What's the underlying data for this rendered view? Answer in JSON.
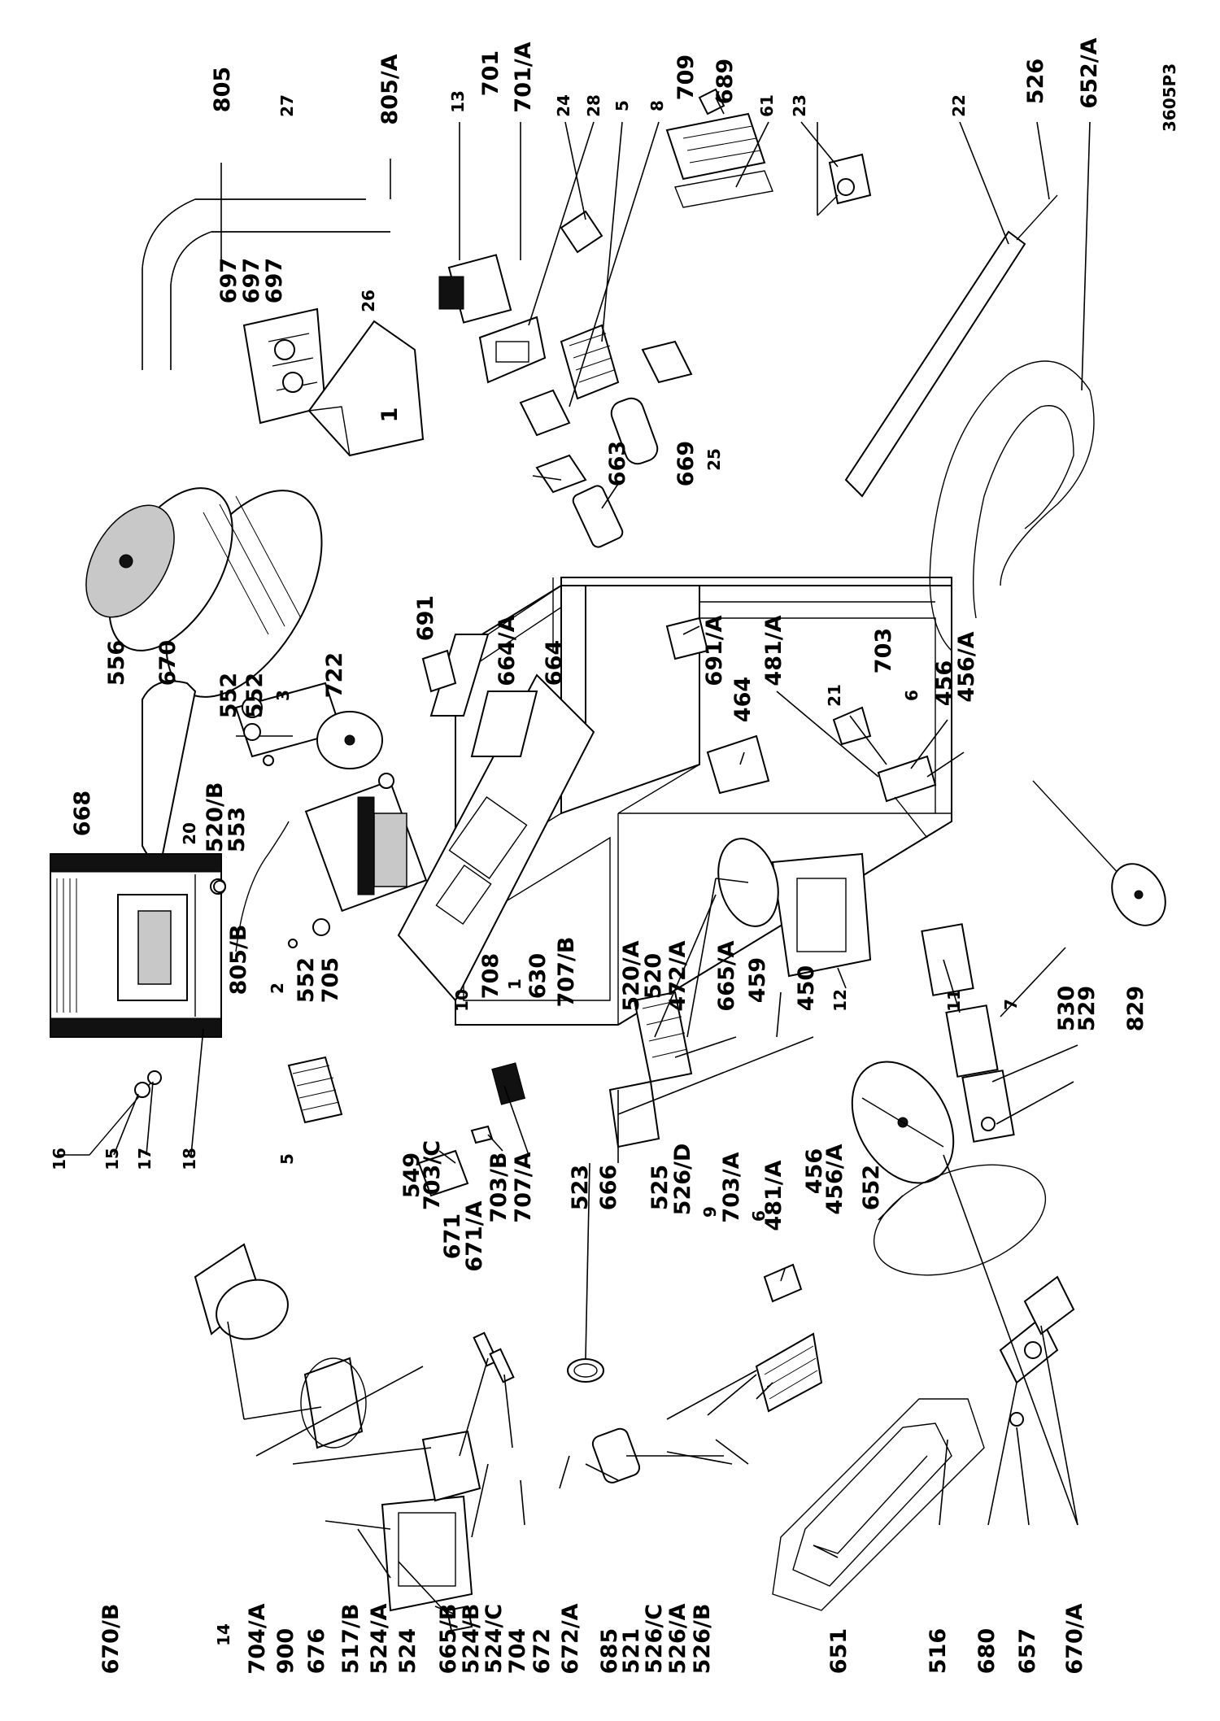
{
  "code": "3605P3",
  "labels": {
    "l16": "16",
    "l15": "15",
    "l17": "17",
    "l18": "18",
    "l805": "805",
    "l805a": "805/A",
    "l27": "27",
    "l13": "13",
    "l701": "701",
    "l701a": "701/A",
    "l24": "24",
    "l28": "28",
    "l5top": "5",
    "l8": "8",
    "l709": "709",
    "l689": "689",
    "l61": "61",
    "l23": "23",
    "l22": "22",
    "l526": "526",
    "l652a": "652/A",
    "l697a": "697",
    "l697b": "697",
    "l697c": "697",
    "l26": "26",
    "l1": "1",
    "l668": "668",
    "l20": "20",
    "l520b": "520/B",
    "l553": "553",
    "l556": "556",
    "l670": "670",
    "l552a": "552",
    "l552b": "552",
    "l3": "3",
    "l722": "722",
    "l691": "691",
    "l664a": "664/A",
    "l664": "664",
    "l663": "663",
    "l669": "669",
    "l25": "25",
    "l691a": "691/A",
    "l703": "703",
    "l21": "21",
    "l6top": "6",
    "l456": "456",
    "l456a": "456/A",
    "l481a": "481/A",
    "l464": "464",
    "l805b": "805/B",
    "l2": "2",
    "l552c": "552",
    "l705": "705",
    "l10": "10",
    "l708": "708",
    "l1b": "1",
    "l630": "630",
    "l707b": "707/B",
    "l520a": "520/A",
    "l520": "520",
    "l472a": "472/A",
    "l665a": "665/A",
    "l459": "459",
    "l450": "450",
    "l12": "12",
    "l11": "11",
    "l7": "7",
    "l530": "530",
    "l529": "529",
    "l829": "829",
    "l5mid": "5",
    "l549": "549",
    "l703c": "703/C",
    "l703b": "703/B",
    "l707a": "707/A",
    "l671": "671",
    "l671a": "671/A",
    "l523": "523",
    "l666": "666",
    "l525": "525",
    "l526d": "526/D",
    "l9": "9",
    "l703a": "703/A",
    "l6b": "6",
    "l481ab": "481/A",
    "l456b": "456",
    "l456ab": "456/A",
    "l652": "652",
    "l670b": "670/B",
    "l14": "14",
    "l704a": "704/A",
    "l900": "900",
    "l676": "676",
    "l517b": "517/B",
    "l524a": "524/A",
    "l524": "524",
    "l665b": "665/B",
    "l524b": "524/B",
    "l524c": "524/C",
    "l704": "704",
    "l672": "672",
    "l672a": "672/A",
    "l685": "685",
    "l521": "521",
    "l526c": "526/C",
    "l526a": "526/A",
    "l526b": "526/B",
    "l651": "651",
    "l516": "516",
    "l680": "680",
    "l657": "657",
    "l670a": "670/A"
  }
}
